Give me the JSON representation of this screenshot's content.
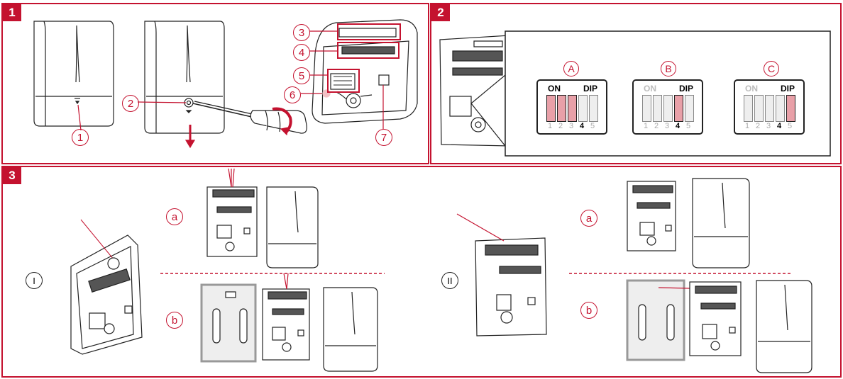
{
  "colors": {
    "accent": "#c4122f",
    "line": "#222222",
    "dip_highlight": "#e8a0a8"
  },
  "panels": [
    {
      "number": "1"
    },
    {
      "number": "2"
    },
    {
      "number": "3"
    }
  ],
  "step1": {
    "callouts": [
      "1",
      "2",
      "3",
      "4",
      "5",
      "6",
      "7"
    ]
  },
  "step2": {
    "dip_variants": [
      {
        "letter": "A",
        "on": "ON",
        "dip": "DIP",
        "bold_number": "4",
        "switches_on": [
          1,
          2,
          3
        ]
      },
      {
        "letter": "B",
        "on": "ON",
        "dip": "DIP",
        "bold_number": "4",
        "switches_on": [
          4
        ]
      },
      {
        "letter": "C",
        "on": "ON",
        "dip": "DIP",
        "bold_number": "4",
        "switches_on": [
          5
        ]
      }
    ],
    "switch_numbers": [
      "1",
      "2",
      "3",
      "4",
      "5"
    ]
  },
  "step3": {
    "options": [
      {
        "label": "I"
      },
      {
        "label": "II"
      }
    ],
    "sub_options": [
      "a",
      "b"
    ]
  }
}
